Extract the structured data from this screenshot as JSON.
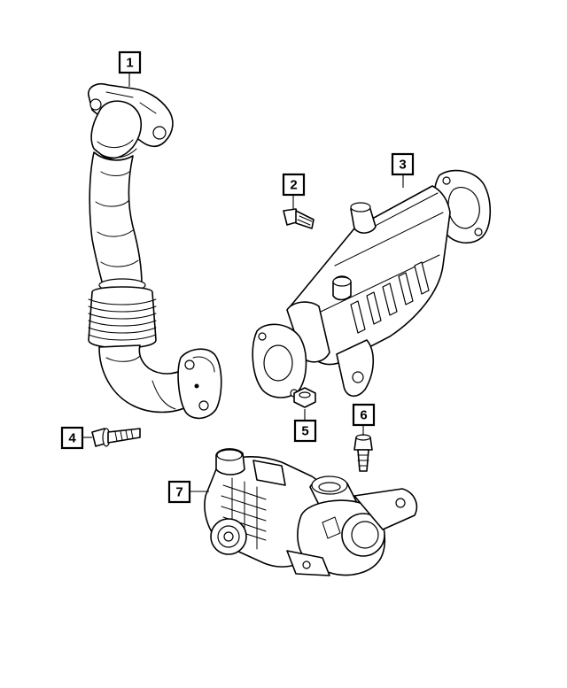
{
  "callouts": [
    {
      "label": "1"
    },
    {
      "label": "2"
    },
    {
      "label": "3"
    },
    {
      "label": "4"
    },
    {
      "label": "5"
    },
    {
      "label": "6"
    },
    {
      "label": "7"
    }
  ],
  "parts": [
    {
      "callout": "1",
      "icon": "egr-tube-icon"
    },
    {
      "callout": "2",
      "icon": "bolt-icon"
    },
    {
      "callout": "3",
      "icon": "egr-cooler-icon"
    },
    {
      "callout": "4",
      "icon": "flange-bolt-icon"
    },
    {
      "callout": "5",
      "icon": "nut-icon"
    },
    {
      "callout": "6",
      "icon": "bolt-icon"
    },
    {
      "callout": "7",
      "icon": "egr-valve-icon"
    }
  ]
}
